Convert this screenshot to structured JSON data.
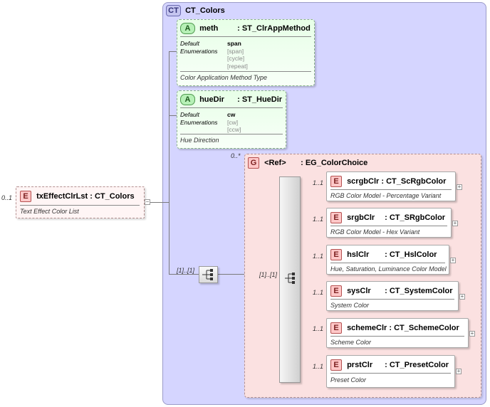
{
  "complex_type": {
    "badge": "CT",
    "name": "CT_Colors"
  },
  "root_element": {
    "cardinality": "0..1",
    "badge": "E",
    "name": "txEffectClrLst",
    "type": ": CT_Colors",
    "description": "Text Effect Color List",
    "collapse": "−"
  },
  "attributes": [
    {
      "badge": "A",
      "name": "meth",
      "type": ": ST_ClrAppMethod",
      "default_label": "Default",
      "enum_label": "Enumerations",
      "default_value": "span",
      "enumerations": [
        "[span]",
        "[cycle]",
        "[repeat]"
      ],
      "description": "Color Application Method Type"
    },
    {
      "badge": "A",
      "name": "hueDir",
      "type": ": ST_HueDir",
      "default_label": "Default",
      "enum_label": "Enumerations",
      "default_value": "cw",
      "enumerations": [
        "[cw]",
        "[ccw]"
      ],
      "description": "Hue Direction"
    }
  ],
  "sequence": {
    "cardinality": "[1]..[1]"
  },
  "group": {
    "cardinality": "0..*",
    "badge": "G",
    "ref": "<Ref>",
    "name": ": EG_ColorChoice"
  },
  "choice": {
    "cardinality": "[1]..[1]"
  },
  "choice_elements": [
    {
      "cardinality": "1..1",
      "badge": "E",
      "name": "scrgbClr",
      "type": ": CT_ScRgbColor",
      "description": "RGB Color Model - Percentage Variant",
      "expand": "+"
    },
    {
      "cardinality": "1..1",
      "badge": "E",
      "name": "srgbClr",
      "type": ": CT_SRgbColor",
      "description": "RGB Color Model - Hex Variant",
      "expand": "+"
    },
    {
      "cardinality": "1..1",
      "badge": "E",
      "name": "hslClr",
      "type": ": CT_HslColor",
      "description": "Hue, Saturation, Luminance Color Model",
      "expand": "+"
    },
    {
      "cardinality": "1..1",
      "badge": "E",
      "name": "sysClr",
      "type": ": CT_SystemColor",
      "description": "System Color",
      "expand": "+"
    },
    {
      "cardinality": "1..1",
      "badge": "E",
      "name": "schemeClr",
      "type": ": CT_SchemeColor",
      "description": "Scheme Color",
      "expand": "+"
    },
    {
      "cardinality": "1..1",
      "badge": "E",
      "name": "prstClr",
      "type": ": CT_PresetColor",
      "description": "Preset Color",
      "expand": "+"
    }
  ]
}
